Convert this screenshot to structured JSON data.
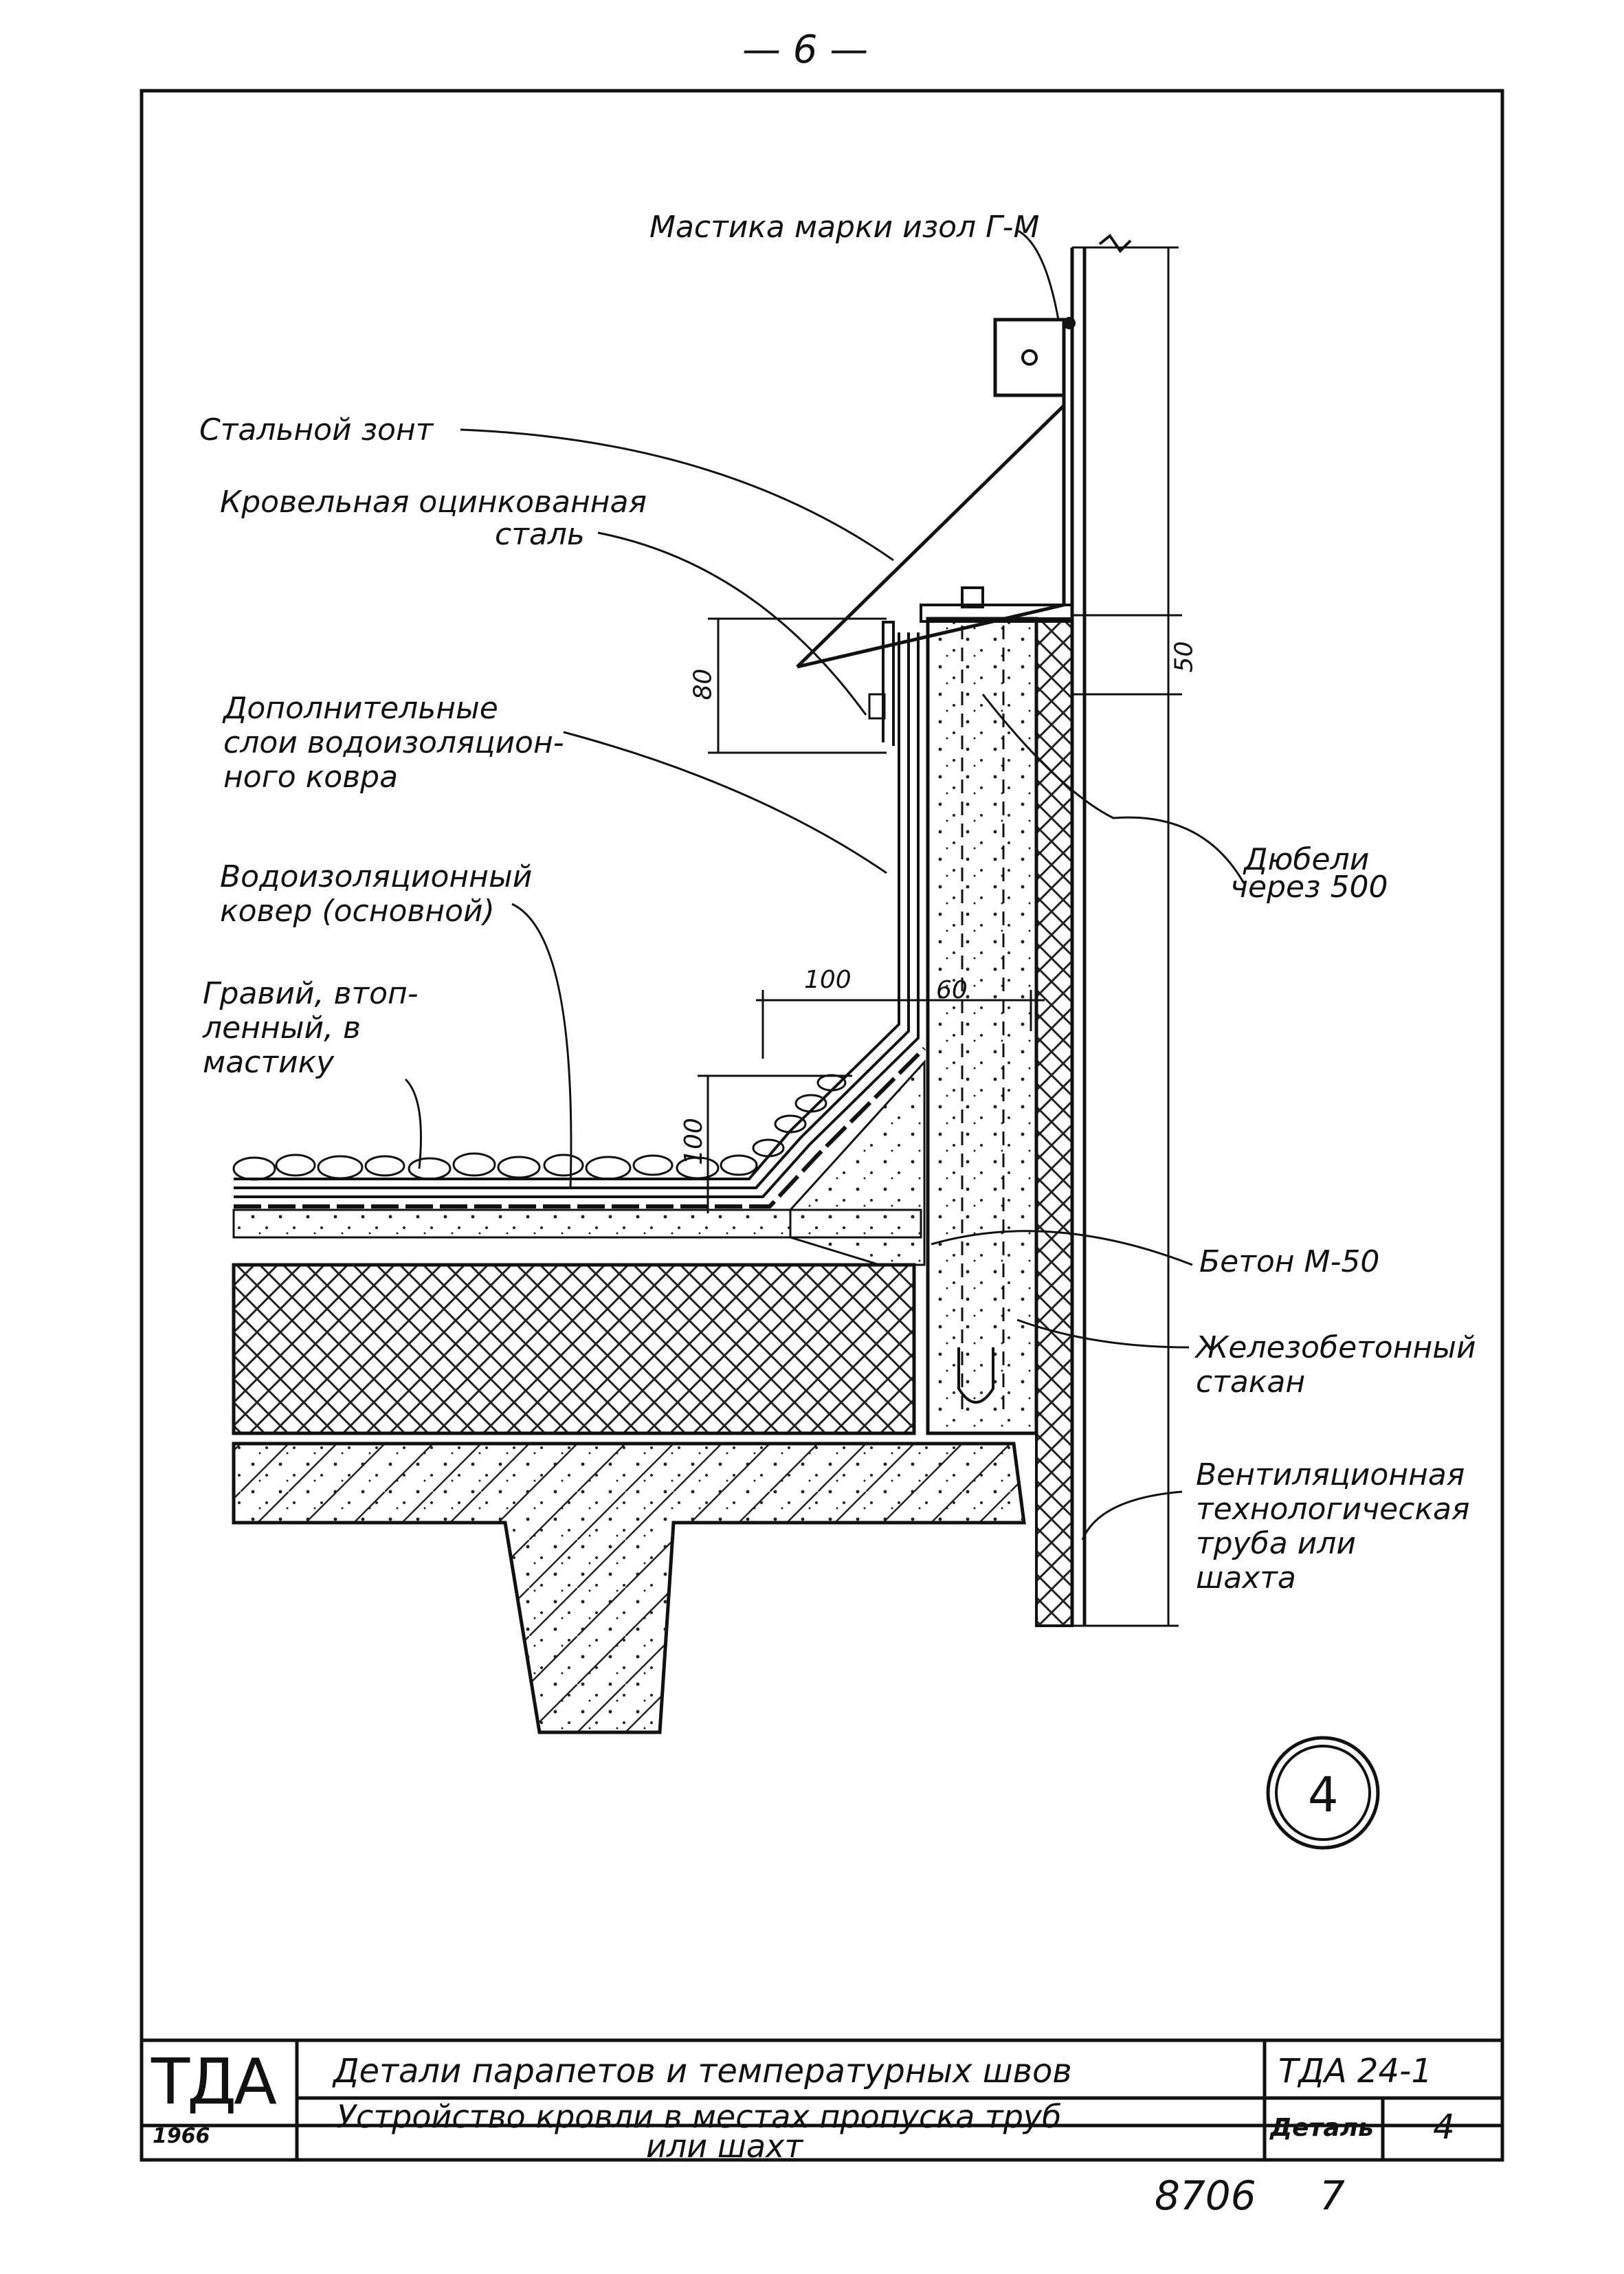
{
  "page_number": "— 6 —",
  "labels": {
    "mastic": "Мастика марки изол Г-М",
    "steel_umbrella": "Стальной зонт",
    "galvanized_1": "Кровельная оцинкованная",
    "galvanized_2": "сталь",
    "extra_layers_1": "Дополнительные",
    "extra_layers_2": "слои водоизоляцион-",
    "extra_layers_3": "ного ковра",
    "main_carpet_1": "Водоизоляционный",
    "main_carpet_2": "ковер (основной)",
    "gravel_1": "Гравий, втоп-",
    "gravel_2": "ленный, в",
    "gravel_3": "мастику",
    "dowels_1": "Дюбели",
    "dowels_2": "через 500",
    "concrete": "Бетон М-50",
    "rc_sleeve_1": "Железобетонный",
    "rc_sleeve_2": "стакан",
    "vent_1": "Вентиляционная",
    "vent_2": "технологическая",
    "vent_3": "труба или",
    "vent_4": "шахта"
  },
  "dimensions": {
    "d80": "80",
    "d50": "50",
    "d100_h": "100",
    "d60": "60",
    "d100_v": "100"
  },
  "detail_number": "4",
  "title_block": {
    "logo": "ТДА",
    "year": "1966",
    "title_line1": "Детали парапетов и температурных швов",
    "title_line2a": "Устройство кровли в местах пропуска труб",
    "title_line2b": "или шахт",
    "code": "ТДА 24-1",
    "detail_label": "Деталь",
    "detail_value": "4"
  },
  "footer": {
    "number": "8706",
    "sheet": "7"
  }
}
